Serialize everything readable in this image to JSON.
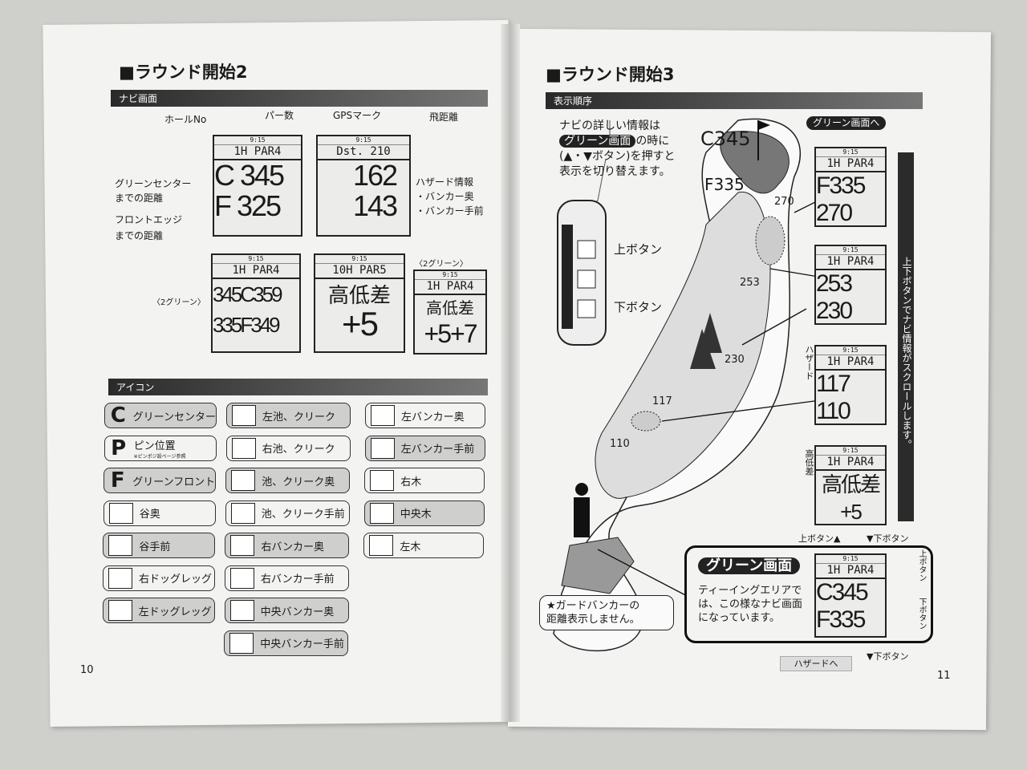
{
  "left": {
    "title": "■ラウンド開始2",
    "section_navi": "ナビ画面",
    "labels": {
      "hole_no": "ホールNo",
      "par": "パー数",
      "gps": "GPSマーク",
      "distance": "飛距離",
      "green_center": "グリーンセンター",
      "green_center_2": "までの距離",
      "front_edge": "フロントエッジ",
      "front_edge_2": "までの距離",
      "hazard": "ハザード情報",
      "bunker_back": "・バンカー奥",
      "bunker_front": "・バンカー手前",
      "two_green_a": "〈2グリーン〉",
      "two_green_b": "〈2グリーン〉"
    },
    "screens": [
      {
        "time": "9:15",
        "header": "1H PAR4",
        "rows": [
          "C 345",
          "F 325"
        ]
      },
      {
        "time": "9:15",
        "header": "Dst.   210",
        "rows": [
          "162",
          "143"
        ]
      },
      {
        "time": "9:15",
        "header": "1H PAR4",
        "rows": [
          "345C359",
          "335F349"
        ]
      },
      {
        "time": "9:15",
        "header": "10H PAR5",
        "rows": [
          "高低差",
          "+5"
        ]
      },
      {
        "time": "9:15",
        "header": "1H PAR4",
        "rows": [
          "高低差",
          "+5+7"
        ]
      }
    ],
    "section_icons": "アイコン",
    "icons": [
      [
        {
          "glyph": "C",
          "label": "グリーンセンター",
          "shaded": true
        },
        {
          "glyph": "P",
          "label": "ピン位置",
          "note": "※ピンポジ設ページ参照",
          "shaded": false
        },
        {
          "glyph": "F",
          "label": "グリーンフロント",
          "shaded": true
        },
        {
          "glyph": "valley",
          "label": "谷奥",
          "shaded": false
        },
        {
          "glyph": "valley",
          "label": "谷手前",
          "shaded": true
        },
        {
          "glyph": "dogleg",
          "label": "右ドッグレッグ",
          "shaded": false
        },
        {
          "glyph": "dogleg",
          "label": "左ドッグレッグ",
          "shaded": true
        }
      ],
      [
        {
          "glyph": "pond",
          "label": "左池、クリーク",
          "shaded": true
        },
        {
          "glyph": "pond",
          "label": "右池、クリーク",
          "shaded": false
        },
        {
          "glyph": "pond",
          "label": "池、クリーク奥",
          "shaded": true
        },
        {
          "glyph": "pond",
          "label": "池、クリーク手前",
          "shaded": false
        },
        {
          "glyph": "bunker",
          "label": "右バンカー奥",
          "shaded": true
        },
        {
          "glyph": "bunker",
          "label": "右バンカー手前",
          "shaded": false
        },
        {
          "glyph": "bunker",
          "label": "中央バンカー奥",
          "shaded": true
        },
        {
          "glyph": "bunker",
          "label": "中央バンカー手前",
          "shaded": true
        }
      ],
      [
        {
          "glyph": "bunker",
          "label": "左バンカー奥",
          "shaded": false
        },
        {
          "glyph": "bunker",
          "label": "左バンカー手前",
          "shaded": true
        },
        {
          "glyph": "tree",
          "label": "右木",
          "shaded": false
        },
        {
          "glyph": "tree",
          "label": "中央木",
          "shaded": true
        },
        {
          "glyph": "tree",
          "label": "左木",
          "shaded": false
        }
      ]
    ],
    "page_number": "10"
  },
  "right": {
    "title": "■ラウンド開始3",
    "section": "表示順序",
    "intro": [
      "ナビの詳しい情報は",
      "グリーン画面",
      "の時に",
      "(▲・▼ボタン)を押すと",
      "表示を切り替えます。"
    ],
    "device": {
      "up": "上ボタン",
      "down": "下ボタン"
    },
    "map": {
      "c": "C345",
      "f": "F335",
      "d270": "270",
      "d253": "253",
      "d230": "230",
      "d117": "117",
      "d110": "110"
    },
    "to_green": "グリーン画面へ",
    "screens": [
      {
        "time": "9:15",
        "header": "1H PAR4",
        "rows": [
          "F335",
          "270"
        ]
      },
      {
        "time": "9:15",
        "header": "1H PAR4",
        "rows": [
          "253",
          "230"
        ]
      },
      {
        "time": "9:15",
        "header": "1H PAR4",
        "rows": [
          "117",
          "110"
        ]
      },
      {
        "time": "9:15",
        "header": "1H PAR4",
        "rows": [
          "高低差",
          "+5"
        ]
      },
      {
        "time": "9:15",
        "header": "1H PAR4",
        "rows": [
          "C345",
          "F335"
        ]
      }
    ],
    "side_hazard": "ハザード",
    "side_elev": "高低差",
    "scroll_text": "上下ボタンでナビ情報がスクロールします。",
    "up_btn": "上ボタン▲",
    "down_btn": "▼下ボタン",
    "green_title": "グリーン画面",
    "green_text": [
      "ティーイングエリアで",
      "は、この様なナビ画面",
      "になっています。"
    ],
    "green_up": "上ボタン",
    "green_down": "下ボタン",
    "note": [
      "★ガードバンカーの",
      "距離表示しません。"
    ],
    "to_hazard": "ハザードへ",
    "bottom_down": "▼下ボタン",
    "page_number": "11"
  }
}
